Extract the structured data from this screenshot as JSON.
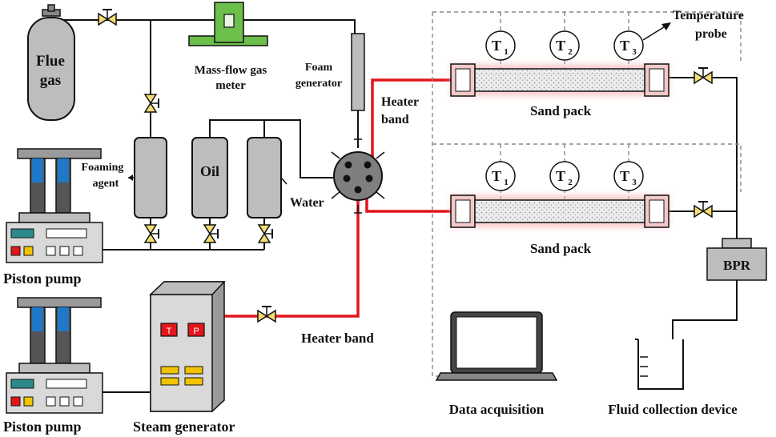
{
  "labels": {
    "flue_gas_1": "Flue",
    "flue_gas_2": "gas",
    "mass_flow_1": "Mass-flow gas",
    "mass_flow_2": "meter",
    "foam_gen_1": "Foam",
    "foam_gen_2": "generator",
    "heater_band_top_1": "Heater",
    "heater_band_top_2": "band",
    "heater_band_bottom": "Heater band",
    "foaming_agent_1": "Foaming",
    "foaming_agent_2": "agent",
    "oil": "Oil",
    "water": "Water",
    "piston_pump_top": "Piston pump",
    "piston_pump_bottom": "Piston pump",
    "steam_generator": "Steam generator",
    "steam_t": "T",
    "steam_p": "P",
    "temp_probe_1": "Temperature",
    "temp_probe_2": "probe",
    "sand_pack_top": "Sand pack",
    "sand_pack_bottom": "Sand pack",
    "bpr": "BPR",
    "data_acquisition": "Data acquisition",
    "fluid_collection": "Fluid collection device",
    "t_letter": "T",
    "t1": "1",
    "t2": "2",
    "t3": "3"
  },
  "colors": {
    "pipe": "#111111",
    "heater_line": "#e3161b",
    "vessel": "#bdbdbd",
    "valve": "#f5dc72",
    "pump_blue": "#1f78c8",
    "screen_teal": "#2c8a8c",
    "button_red": "#e3161b",
    "button_yellow": "#f2c300",
    "mass_flow_green": "#6bbf4a"
  }
}
